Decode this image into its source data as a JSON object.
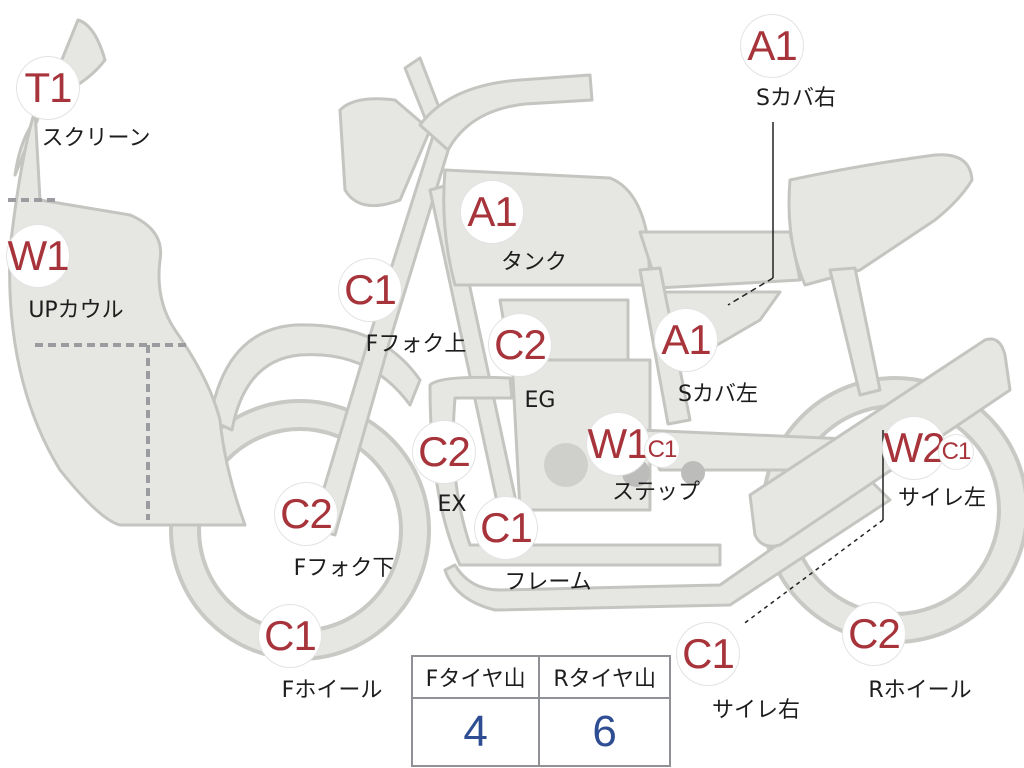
{
  "parts": [
    {
      "id": "screen",
      "grade": "T1",
      "label": "スクリーン"
    },
    {
      "id": "upper-cowl",
      "grade": "W1",
      "label": "UPカウル"
    },
    {
      "id": "tank",
      "grade": "A1",
      "label": "タンク"
    },
    {
      "id": "side-cover-right",
      "grade": "A1",
      "label": "Sカバ右"
    },
    {
      "id": "side-cover-left",
      "grade": "A1",
      "label": "Sカバ左"
    },
    {
      "id": "front-fork-upper",
      "grade": "C1",
      "label": "Fフォク上"
    },
    {
      "id": "engine",
      "grade": "C2",
      "label": "EG"
    },
    {
      "id": "exhaust",
      "grade": "C2",
      "label": "EX"
    },
    {
      "id": "step",
      "grade": "W1",
      "grade2": "C1",
      "label": "ステップ"
    },
    {
      "id": "muffler-left",
      "grade": "W2",
      "grade2": "C1",
      "label": "サイレ左"
    },
    {
      "id": "front-fork-lower",
      "grade": "C2",
      "label": "Fフォク下"
    },
    {
      "id": "frame",
      "grade": "C1",
      "label": "フレーム"
    },
    {
      "id": "front-wheel",
      "grade": "C1",
      "label": "Fホイール"
    },
    {
      "id": "muffler-right",
      "grade": "C1",
      "label": "サイレ右"
    },
    {
      "id": "rear-wheel",
      "grade": "C2",
      "label": "Rホイール"
    }
  ],
  "tire_table": {
    "headers": [
      "Fタイヤ山",
      "Rタイヤ山"
    ],
    "values": [
      "4",
      "6"
    ]
  },
  "colors": {
    "grade_text": "#a7333b",
    "tire_value_text": "#2e4d93",
    "part_fill": "#e6e6e3",
    "part_outline": "#c4c5c1"
  }
}
